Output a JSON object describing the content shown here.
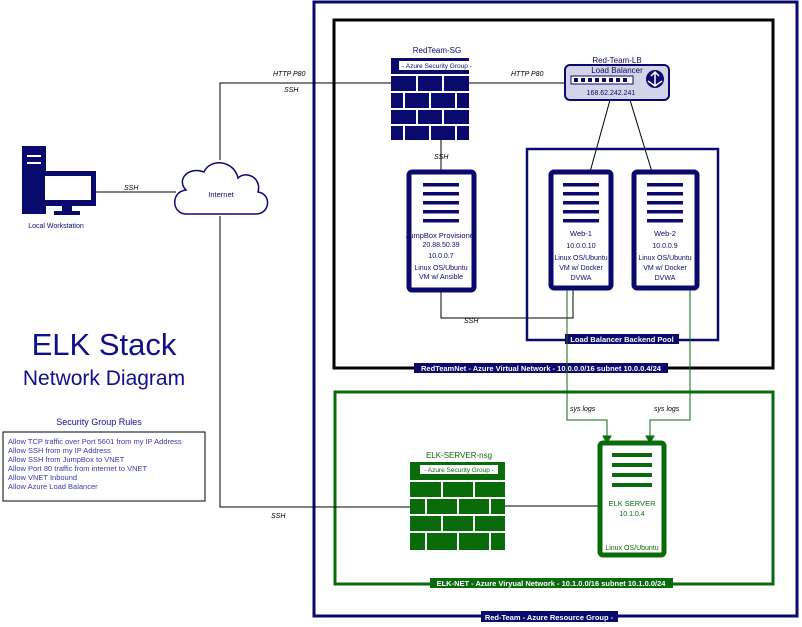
{
  "title": {
    "line1": "ELK Stack",
    "line2": "Network Diagram"
  },
  "workstation": {
    "label": "Local Workstation"
  },
  "internet": {
    "label": "Internet"
  },
  "links": {
    "ssh_local": "SSH",
    "http_top": "HTTP P80",
    "ssh_top": "SSH",
    "http_lb": "HTTP P80",
    "ssh_jump_sg": "SSH",
    "ssh_jump_web": "SSH",
    "ssh_elk": "SSH",
    "syslogs1": "sys logs",
    "syslogs2": "sys logs"
  },
  "red_sg": {
    "name": "RedTeam-SG",
    "tag": "- Azure Security Group -"
  },
  "lb": {
    "name": "Red-Team-LB",
    "sub": "Load Balancer",
    "ip": "168.62.242.241"
  },
  "jumpbox": {
    "lines": [
      "JumpBox Provisioner",
      "20.88.50.39",
      "10.0.0.7",
      "Linux OS/Ubuntu",
      "VM w/ Ansible"
    ]
  },
  "web1": {
    "lines": [
      "Web-1",
      "10.0.0.10",
      "Linux OS/Ubuntu",
      "VM w/ Docker",
      "DVWA"
    ]
  },
  "web2": {
    "lines": [
      "Web-2",
      "10.0.0.9",
      "Linux OS/Ubuntu",
      "VM w/ Docker",
      "DVWA"
    ]
  },
  "backend_pool": "Load Balancer Backend Pool",
  "redteamnet": "RedTeamNet  - Azure Virtual Network - 10.0.0.0/16   subnet 10.0.0.4/24",
  "elk_sg": {
    "name": "ELK-SERVER-nsg",
    "tag": "- Azure Security Group -"
  },
  "elk_server": {
    "name": "ELK SERVER",
    "ip": "10.1.0.4",
    "os": "Linux OS/Ubuntu"
  },
  "elknet": "ELK-NET  - Azure Viryual Network - 10.1.0.0/16   subnet 10.1.0.0/24",
  "resource_group": "Red-Team  - Azure Resource Group -",
  "rules": {
    "title": "Security Group Rules",
    "items": [
      "Allow TCP traffic over Port 5601 from my IP Address",
      "Allow SSH from my IP Address",
      "Allow SSH from JumpBox to VNET",
      "Allow Port 80 traffic from internet to VNET",
      "Allow VNET Inbound",
      "Allow Azure Load Balancer"
    ]
  },
  "colors": {
    "navy": "#0a0a6e",
    "green": "#0a6b0a",
    "lb_fill": "#d4d4e8"
  }
}
